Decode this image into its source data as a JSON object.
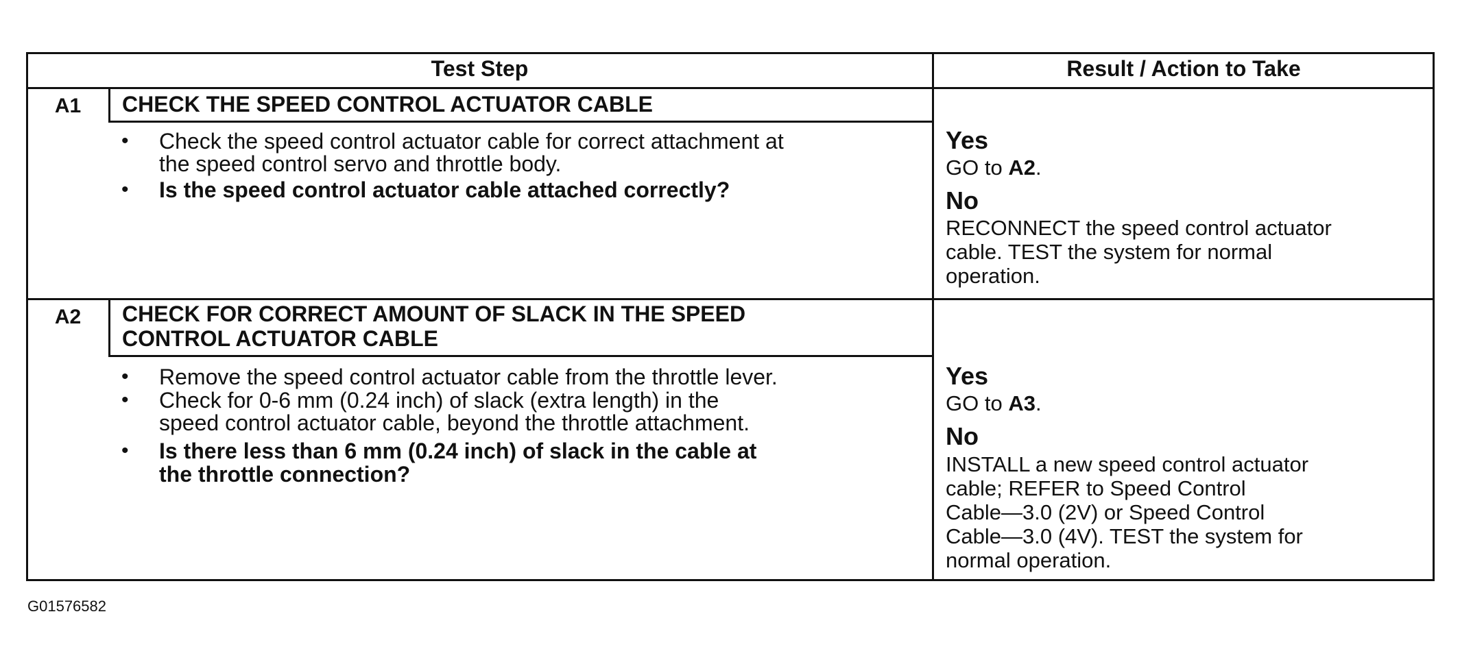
{
  "header": {
    "test_step": "Test Step",
    "result": "Result / Action to Take"
  },
  "steps": [
    {
      "code": "A1",
      "title_lines": [
        "CHECK THE SPEED CONTROL ACTUATOR CABLE"
      ],
      "bullets": [
        {
          "lines": [
            "Check the speed control actuator cable for correct attachment at",
            "the speed control servo and throttle body."
          ],
          "bold": false
        },
        {
          "lines": [
            "Is the speed control actuator cable attached correctly?"
          ],
          "bold": true
        }
      ],
      "yes_label": "Yes",
      "yes_prefix": "GO to ",
      "yes_target": "A2",
      "yes_suffix": ".",
      "no_label": "No",
      "no_lines": [
        "RECONNECT the speed control actuator",
        "cable. TEST the system for normal",
        "operation."
      ]
    },
    {
      "code": "A2",
      "title_lines": [
        "CHECK FOR CORRECT AMOUNT OF SLACK IN THE SPEED",
        "CONTROL ACTUATOR CABLE"
      ],
      "bullets": [
        {
          "lines": [
            "Remove the speed control actuator cable from the throttle lever."
          ],
          "bold": false
        },
        {
          "lines": [
            "Check for 0-6 mm (0.24 inch) of slack (extra length) in the",
            "speed control actuator cable, beyond the throttle attachment."
          ],
          "bold": false
        },
        {
          "lines": [
            "Is there less than 6 mm (0.24 inch) of slack in the cable at",
            "the throttle connection?"
          ],
          "bold": true
        }
      ],
      "yes_label": "Yes",
      "yes_prefix": "GO to ",
      "yes_target": "A3",
      "yes_suffix": ".",
      "no_label": "No",
      "no_lines": [
        "INSTALL a new speed control actuator",
        "cable; REFER to Speed Control",
        "Cable—3.0 (2V) or Speed Control",
        "Cable—3.0 (4V). TEST the system for",
        "normal operation."
      ]
    }
  ],
  "figure_id": "G01576582"
}
